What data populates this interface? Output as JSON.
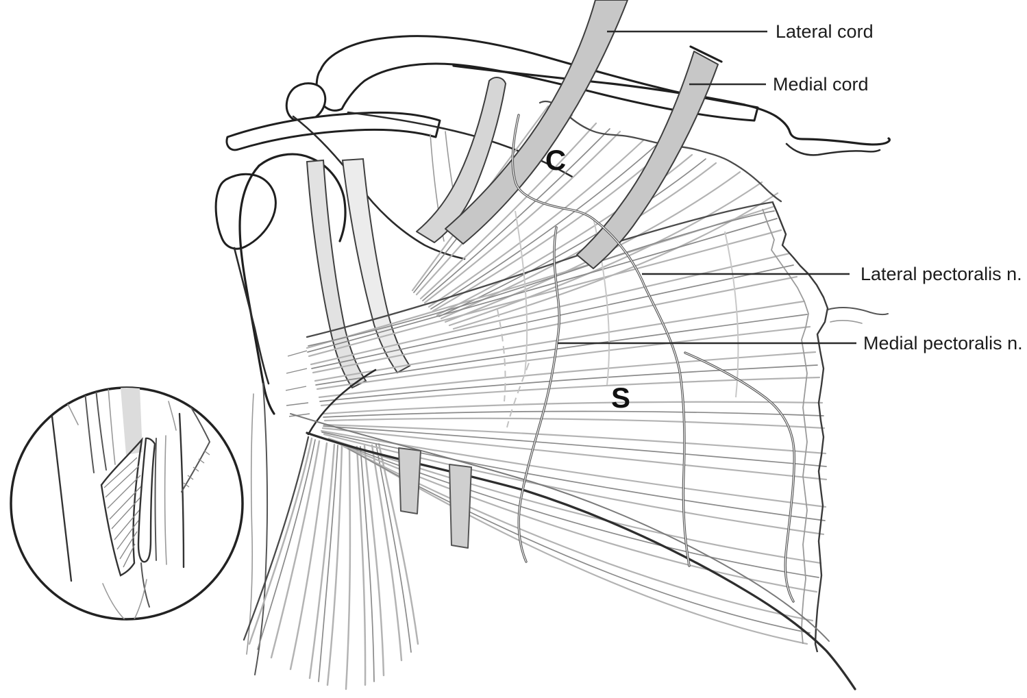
{
  "figure": {
    "type": "anatomical-line-illustration",
    "subject": "Anterior shoulder and pectoral region with brachial plexus cords and pectoral nerves, with magnified inset of nerve loop",
    "labels": {
      "lateral_cord": "Lateral cord",
      "medial_cord": "Medial cord",
      "lateral_pectoralis": "Lateral pectoralis n.",
      "medial_pectoralis": "Medial pectoralis n.",
      "letter_c": "C",
      "letter_s": "S"
    },
    "colors": {
      "background": "#ffffff",
      "ink": "#1f1f1f",
      "cord_fill": "#c7c7c7",
      "pecminor_fill": "#d6d6d6",
      "muscle_fiber_light": "#b3b3b3",
      "muscle_fiber_dark": "#8a8a8a",
      "nerve": "#4f4f4f",
      "tab_fill": "#cfcfcf",
      "label_text": "#1c1c1c"
    }
  }
}
